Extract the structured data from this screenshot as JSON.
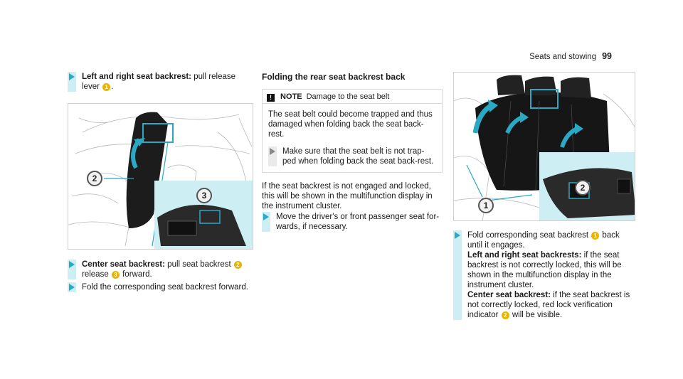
{
  "header": {
    "section": "Seats and stowing",
    "page": "99"
  },
  "col1": {
    "step1": {
      "bold": "Left and right seat backrest:",
      "text1": " pull release lever ",
      "badge": "1",
      "text2": "."
    },
    "figure": {
      "badge_2": "2",
      "badge_3": "3"
    },
    "step2": {
      "bold": "Center seat backrest:",
      "text1": " pull seat backrest ",
      "badge_a": "2",
      "text2": " release ",
      "badge_b": "3",
      "text3": " forward."
    },
    "step3": {
      "text": "Fold the corresponding seat backrest forward."
    }
  },
  "col2": {
    "title": "Folding the rear seat backrest back",
    "note": {
      "icon": "!",
      "label": "NOTE",
      "head_text": "Damage to the seat belt",
      "body": "The seat belt could become trapped and thus damaged when folding back the seat back-rest.",
      "step": "Make sure that the seat belt is not trap-ped when folding back the seat back-rest."
    },
    "para": "If the seat backrest is not engaged and locked, this will be shown in the multifunction display in the instrument cluster.",
    "step": "Move the driver's or front passenger seat for-wards, if necessary."
  },
  "col3": {
    "figure": {
      "badge_1": "1",
      "badge_2": "2"
    },
    "step": {
      "t1": "Fold corresponding seat backrest ",
      "b1": "1",
      "t2": " back until it engages.",
      "bold1": "Left and right seat backrests:",
      "t3": " if the seat backrest is not correctly locked, this will be shown in the multifunction display in the instrument cluster.",
      "bold2": "Center seat backrest:",
      "t4": " if the seat backrest is not correctly locked, red lock verification indicator ",
      "b2": "2",
      "t5": " will be visible."
    }
  },
  "colors": {
    "accent": "#2aa8c4",
    "badge": "#e8b400",
    "highlight": "#cdeef3"
  }
}
